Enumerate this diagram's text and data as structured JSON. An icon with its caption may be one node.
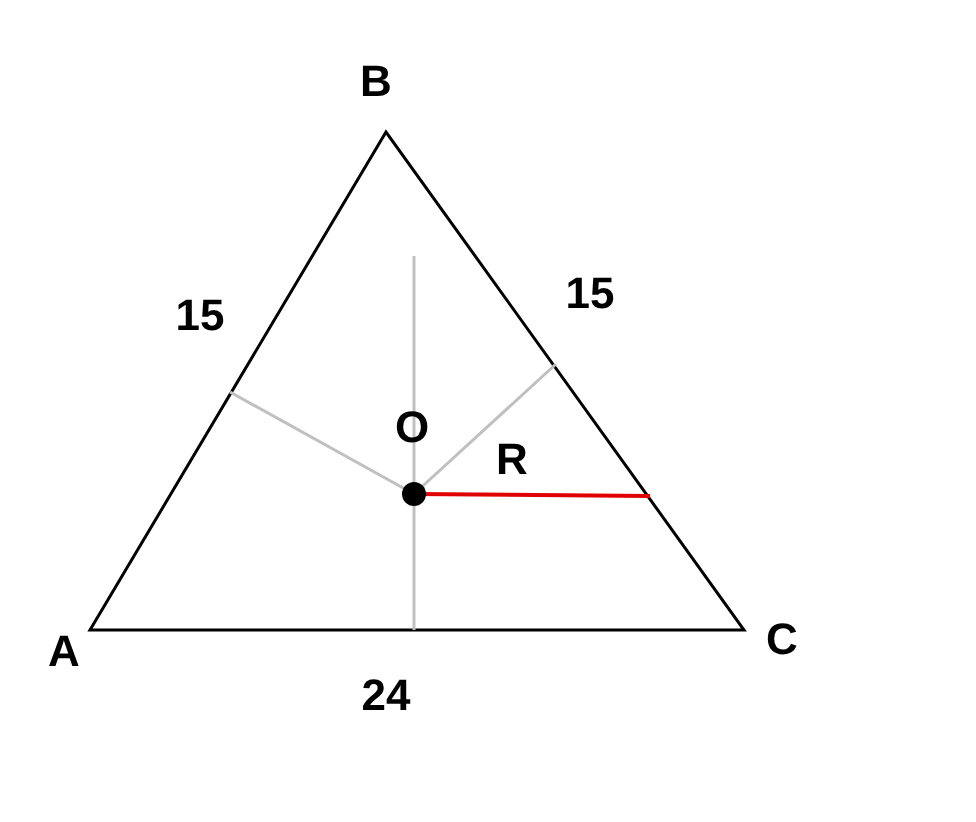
{
  "diagram": {
    "labels": [
      "B",
      "15",
      "15",
      "O",
      "R",
      "A",
      "C",
      "24"
    ]
  }
}
